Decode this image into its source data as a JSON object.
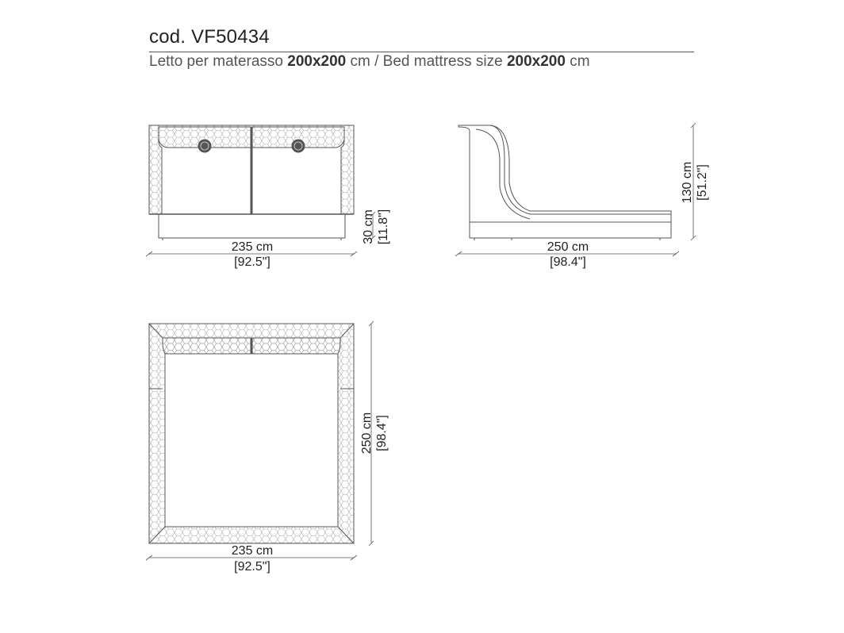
{
  "header": {
    "code": "cod. VF50434",
    "subtitle_prefix": "Letto per materasso ",
    "subtitle_size_it": "200x200",
    "subtitle_mid": " cm / Bed mattress size ",
    "subtitle_size_en": "200x200",
    "subtitle_suffix": " cm"
  },
  "front_view": {
    "width_cm": "235 cm",
    "width_in": "[92.5\"]",
    "height_cm": "30 cm",
    "height_in": "[11.8\"]"
  },
  "side_view": {
    "length_cm": "250 cm",
    "length_in": "[98.4\"]",
    "height_cm": "130 cm",
    "height_in": "[51.2\"]"
  },
  "top_view": {
    "width_cm": "235 cm",
    "width_in": "[92.5\"]",
    "length_cm": "250 cm",
    "length_in": "[98.4\"]"
  },
  "colors": {
    "line": "#555555",
    "pattern": "#9a9a9a",
    "text": "#222222"
  }
}
